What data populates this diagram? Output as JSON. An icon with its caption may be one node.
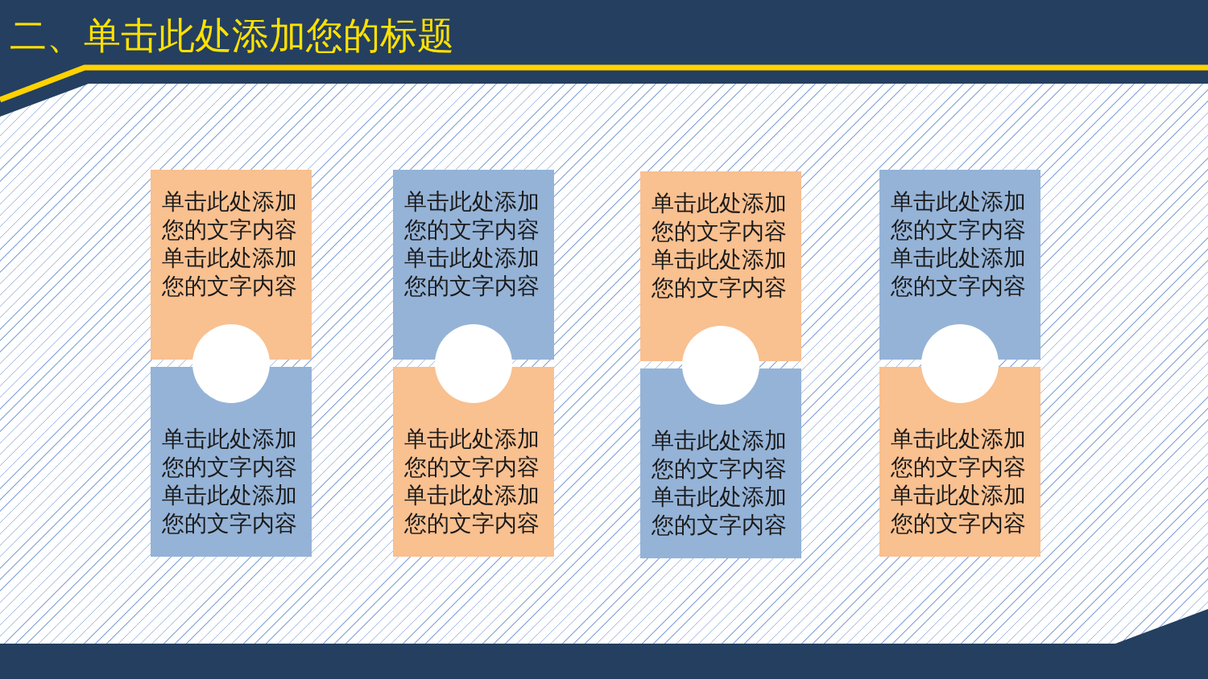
{
  "diagram": {
    "title": "二、单击此处添加您的标题",
    "nodes": [
      {
        "text": [
          "单击此处添加您的文字内容单击此处添加您的文字内容"
        ]
      },
      {
        "text": [
          "单击此处添加您的文字内容单击此处添加您的文字内容"
        ]
      },
      {
        "text": [
          "单击此处添加您的文字内容单击此处添加您的文字内容"
        ]
      },
      {
        "text": [
          "单击此处添加您的文字内容单击此处添加您的文字内容"
        ]
      },
      {
        "text": [
          "单击此处添加您的文字内容单击此处添加您的文字内容"
        ]
      },
      {
        "text": [
          "单击此处添加您的文字内容单击此处添加您的文字内容"
        ]
      },
      {
        "text": [
          "单击此处添加您的文字内容单击此处添加您的文字内容"
        ]
      },
      {
        "text": [
          "单击此处添加您的文字内容单击此处添加您的文字内容"
        ]
      },
      {
        "text": [],
        "shape": "circle"
      },
      {
        "text": [],
        "shape": "circle"
      },
      {
        "text": [],
        "shape": "circle"
      },
      {
        "text": [],
        "shape": "circle"
      }
    ],
    "edges": []
  }
}
